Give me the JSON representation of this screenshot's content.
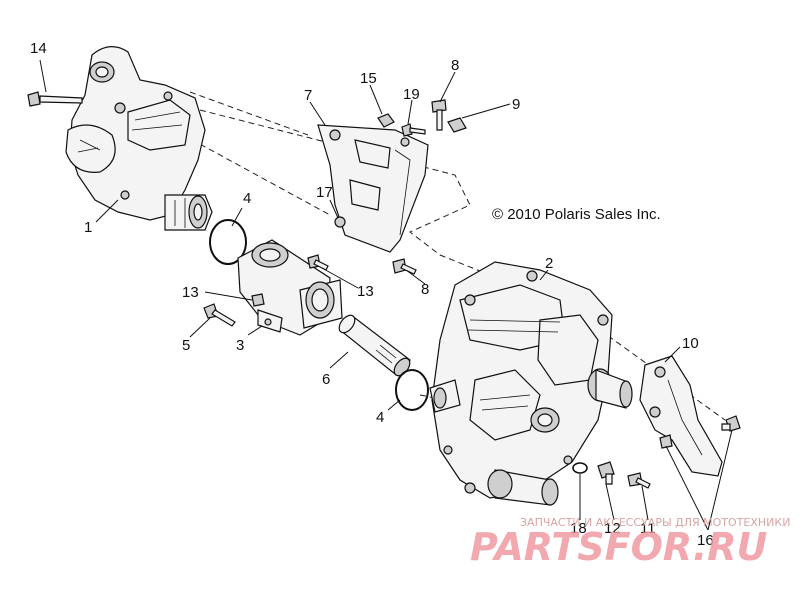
{
  "copyright": "© 2010 Polaris Sales Inc.",
  "watermark": {
    "line1": "ЗАПЧАСТИ И АКСЕССУАРЫ ДЛЯ МОТОТЕХНИКИ",
    "line2": "PARTSFOR.RU"
  },
  "callouts": [
    {
      "id": "c14",
      "label": "14"
    },
    {
      "id": "c1",
      "label": "1"
    },
    {
      "id": "c4a",
      "label": "4"
    },
    {
      "id": "c13a",
      "label": "13"
    },
    {
      "id": "c5",
      "label": "5"
    },
    {
      "id": "c3",
      "label": "3"
    },
    {
      "id": "c13b",
      "label": "13"
    },
    {
      "id": "c6",
      "label": "6"
    },
    {
      "id": "c4b",
      "label": "4"
    },
    {
      "id": "c7",
      "label": "7"
    },
    {
      "id": "c15",
      "label": "15"
    },
    {
      "id": "c19",
      "label": "19"
    },
    {
      "id": "c8a",
      "label": "8"
    },
    {
      "id": "c9",
      "label": "9"
    },
    {
      "id": "c17",
      "label": "17"
    },
    {
      "id": "c8b",
      "label": "8"
    },
    {
      "id": "c2",
      "label": "2"
    },
    {
      "id": "c10",
      "label": "10"
    },
    {
      "id": "c18",
      "label": "18"
    },
    {
      "id": "c12",
      "label": "12"
    },
    {
      "id": "c11",
      "label": "11"
    },
    {
      "id": "c16",
      "label": "16"
    }
  ]
}
